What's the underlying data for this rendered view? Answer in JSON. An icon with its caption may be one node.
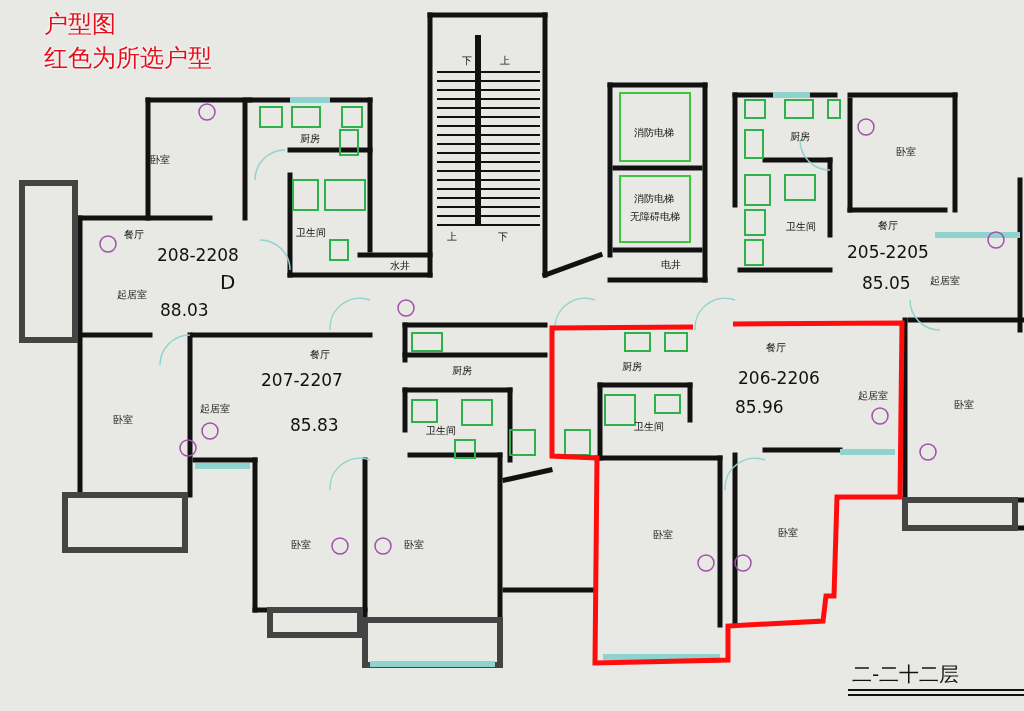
{
  "diagram": {
    "title": "户型图",
    "labels": [
      "红色为所选户型",
      "下",
      "上",
      "厨房",
      "消防电梯",
      "厨房",
      "卧室",
      "卧室",
      "消防电梯",
      "无障碍电梯",
      "卫生间",
      "上",
      "下",
      "卫生间",
      "餐厅",
      "餐厅",
      "208-2208",
      "205-2205",
      "水井",
      "电井",
      "D",
      "起居室",
      "起居室",
      "88.03",
      "85.05",
      "餐厅",
      "餐厅",
      "厨房",
      "厨房",
      "207-2207",
      "206-2206",
      "起居室",
      "起居室",
      "85.83",
      "85.96",
      "卧室",
      "卧室",
      "卫生间",
      "卫生间",
      "卧室",
      "卧室",
      "卧室",
      "卧室",
      "二-二十二层"
    ]
  }
}
